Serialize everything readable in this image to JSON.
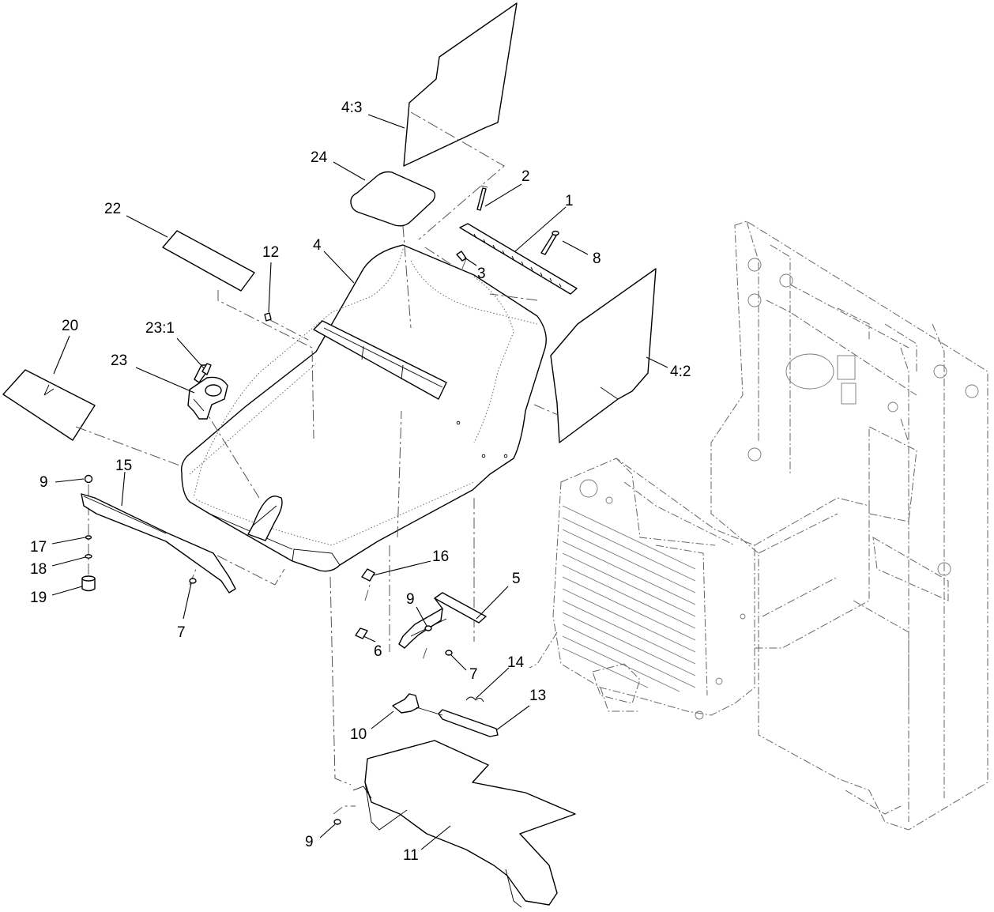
{
  "callouts": {
    "c1": "1",
    "c2": "2",
    "c3": "3",
    "c4": "4",
    "c4_2": "4:2",
    "c4_3": "4:3",
    "c5": "5",
    "c6": "6",
    "c7a": "7",
    "c7b": "7",
    "c8": "8",
    "c9a": "9",
    "c9b": "9",
    "c9c": "9",
    "c10": "10",
    "c11": "11",
    "c12": "12",
    "c13": "13",
    "c14": "14",
    "c15": "15",
    "c16": "16",
    "c17": "17",
    "c18": "18",
    "c19": "19",
    "c20": "20",
    "c22": "22",
    "c23": "23",
    "c23_1": "23:1",
    "c24": "24"
  }
}
